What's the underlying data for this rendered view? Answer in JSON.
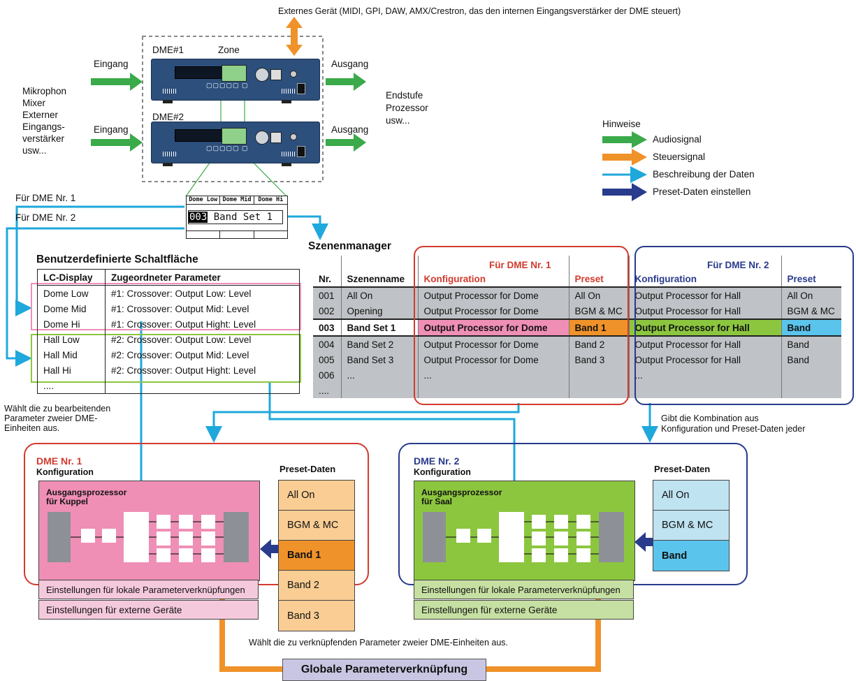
{
  "top": {
    "external_device": "Externes Gerät (MIDI, GPI, DAW, AMX/Crestron, das den internen Eingangsverstärker der DME steuert)",
    "dme1_label": "DME#1",
    "zone_label": "Zone",
    "dme2_label": "DME#2",
    "input1": "Eingang",
    "input2": "Eingang",
    "output1": "Ausgang",
    "output2": "Ausgang",
    "sources": [
      "Mikrophon",
      "Mixer",
      "Externer",
      "Eingangs-",
      "verstärker",
      "usw..."
    ],
    "destinations": [
      "Endstufe",
      "Prozessor",
      "usw..."
    ]
  },
  "legend": {
    "title": "Hinweise",
    "items": [
      {
        "label": "Audiosignal",
        "color": "#3aaa4a"
      },
      {
        "label": "Steuersignal",
        "color": "#f0922a"
      },
      {
        "label": "Beschreibung der Daten",
        "color": "#1fa8dc"
      },
      {
        "label": "Preset-Daten einstellen",
        "color": "#283b8c"
      }
    ]
  },
  "lcd_panel": {
    "tabs": [
      "Dome Low",
      "Dome Mid",
      "Dome Hi"
    ],
    "scene_number": "003",
    "scene_name": "Band Set 1"
  },
  "for_dme_1": "Für DME Nr. 1",
  "for_dme_2": "Für DME Nr. 2",
  "custom_buttons": {
    "title": "Benutzerdefinierte Schaltfläche",
    "headers": [
      "LC-Display",
      "Zugeordneter Parameter"
    ],
    "rows": [
      [
        "Dome Low",
        "#1: Crossover: Output Low: Level"
      ],
      [
        "Dome Mid",
        "#1: Crossover: Output Mid: Level"
      ],
      [
        "Dome Hi",
        "#1: Crossover: Output Hight: Level"
      ],
      [
        "Hall Low",
        "#2: Crossover: Output Low: Level"
      ],
      [
        "Hall Mid",
        "#2: Crossover: Output Mid: Level"
      ],
      [
        "Hall Hi",
        "#2: Crossover: Output Hight: Level"
      ],
      [
        "....",
        ""
      ]
    ],
    "note": [
      "Wählt die zu bearbeitenden",
      "Parameter zweier DME-",
      "Einheiten aus."
    ]
  },
  "scene_manager": {
    "title": "Szenenmanager",
    "group1": "Für DME Nr. 1",
    "group2": "Für DME Nr. 2",
    "headers": [
      "Nr.",
      "Szenenname",
      "Konfiguration",
      "Preset",
      "Konfiguration",
      "Preset"
    ],
    "rows": [
      [
        "001",
        "All On",
        "Output Processor for Dome",
        "All On",
        "Output Processor for Hall",
        "All On"
      ],
      [
        "002",
        "Opening",
        "Output Processor for Dome",
        "BGM & MC",
        "Output Processor for Hall",
        "BGM & MC"
      ],
      [
        "003",
        "Band Set 1",
        "Output Processor for Dome",
        "Band 1",
        "Output Processor for Hall",
        "Band"
      ],
      [
        "004",
        "Band Set 2",
        "Output Processor for Dome",
        "Band 2",
        "Output Processor for Hall",
        "Band"
      ],
      [
        "005",
        "Band Set 3",
        "Output Processor for Dome",
        "Band 3",
        "Output Processor for Hall",
        "Band"
      ],
      [
        "006",
        "...",
        "...",
        "",
        "...",
        ""
      ],
      [
        "....",
        "",
        "",
        "",
        "",
        ""
      ]
    ],
    "note": [
      "Gibt die Kombination aus",
      "Konfiguration und Preset-Daten jeder"
    ]
  },
  "dme1": {
    "title": "DME Nr. 1",
    "subtitle": "Konfiguration",
    "processor": [
      "Ausgangsprozessor",
      "für Kuppel"
    ],
    "local_links": "Einstellungen für lokale Parameterverknüpfungen",
    "external": "Einstellungen für externe Geräte",
    "preset_title": "Preset-Daten",
    "presets": [
      "All On",
      "BGM & MC",
      "Band 1",
      "Band 2",
      "Band 3"
    ]
  },
  "dme2": {
    "title": "DME Nr. 2",
    "subtitle": "Konfiguration",
    "processor": [
      "Ausgangsprozessor",
      "für Saal"
    ],
    "local_links": "Einstellungen für lokale Parameterverknüpfungen",
    "external": "Einstellungen für externe Geräte",
    "preset_title": "Preset-Daten",
    "presets": [
      "All On",
      "BGM & MC",
      "Band"
    ]
  },
  "link_note": "Wählt die zu verknüpfenden Parameter zweier DME-Einheiten aus.",
  "global_link": "Globale Parameterverknüpfung"
}
